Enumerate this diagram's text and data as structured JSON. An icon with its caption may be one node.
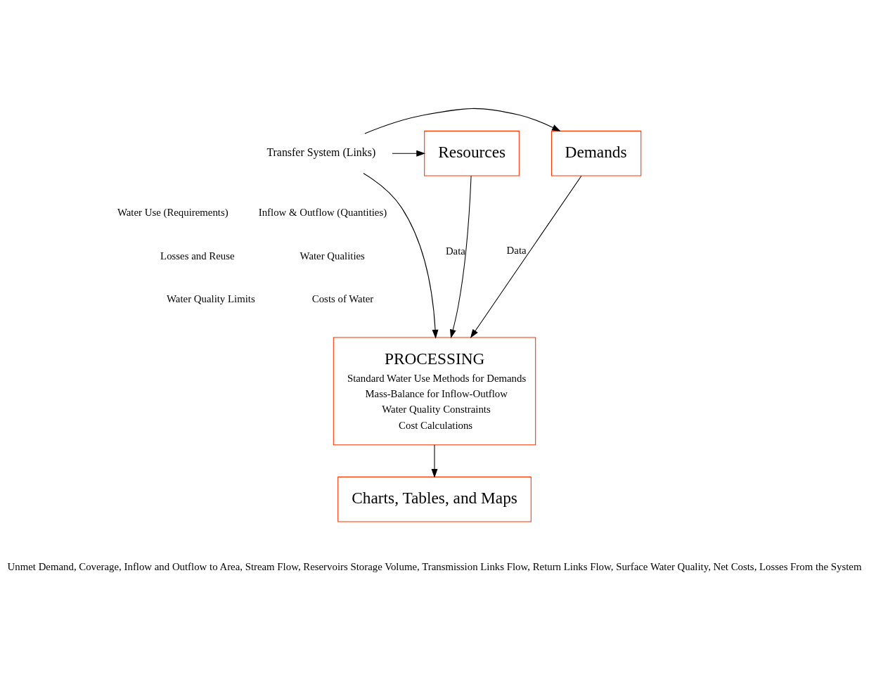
{
  "diagram": {
    "nodes": [
      {
        "text": [
          "Demands"
        ]
      },
      {
        "text": [
          "Transfer System (Links)"
        ]
      },
      {
        "text": [
          "Resources"
        ]
      },
      {
        "text": [
          "PROCESSING",
          "Standard Water Use Methods for Demands",
          "Mass-Balance for Inflow-Outflow",
          "Water Quality Constraints",
          "Cost Calculations"
        ]
      },
      {
        "text": [
          "Charts, Tables, and Maps"
        ],
        "beside": [
          "Unmet Demand, Coverage, Inflow and Outflow to Area, Stream Flow, Reservoirs Storage Volume, Transmission Links Flow, Return Links Flow, Surface Water Quality, Net Costs, Losses From the System"
        ]
      }
    ],
    "edges": [
      {
        "from": 1,
        "to": 0,
        "arrow": "to"
      },
      {
        "from": 1,
        "to": 2,
        "arrow": "to"
      },
      {
        "from": 1,
        "to": 3,
        "arrow": "to"
      },
      {
        "from": 0,
        "to": 3,
        "arrow": "to",
        "label": "Data"
      },
      {
        "from": 2,
        "to": 3,
        "arrow": "to",
        "label": "Data"
      },
      {
        "from": 3,
        "to": 4,
        "arrow": "to"
      }
    ],
    "labels": [
      "Water Use (Requirements)",
      "Losses and Reuse",
      "Water Quality Limits",
      "Inflow & Outflow (Quantities)",
      "Water Qualities",
      "Costs of Water"
    ]
  }
}
